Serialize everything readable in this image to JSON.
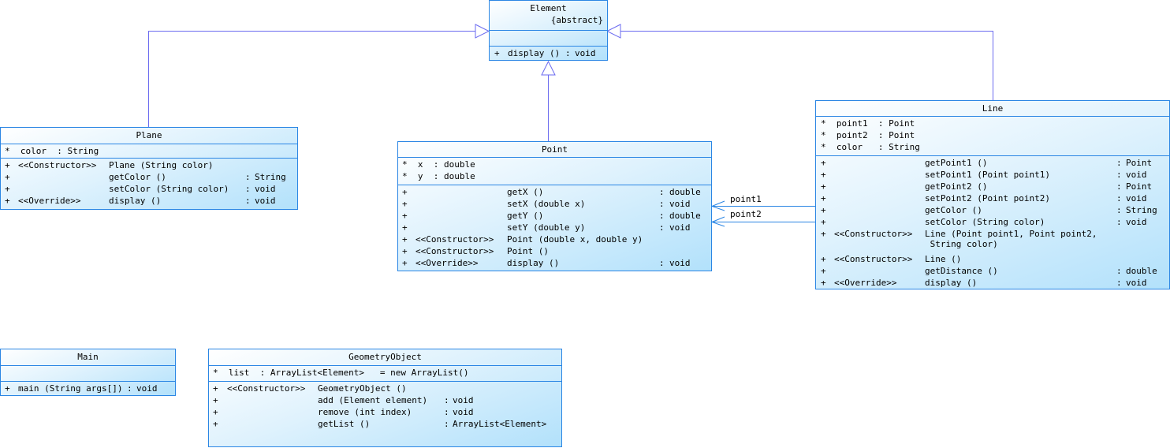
{
  "diagram": {
    "classes": [
      {
        "id": "element",
        "name": "Element",
        "modifier": "{abstract}",
        "attributes": [],
        "operations": [
          {
            "vis": "+",
            "stereo": "",
            "name": "display ()",
            "colon": ":",
            "type": "void"
          }
        ]
      },
      {
        "id": "plane",
        "name": "Plane",
        "attributes": [
          "*  color  : String"
        ],
        "operations": [
          {
            "vis": "+",
            "stereo": "<<Constructor>>",
            "name": "Plane (String color)",
            "colon": "",
            "type": ""
          },
          {
            "vis": "+",
            "stereo": "",
            "name": "getColor ()",
            "colon": ":",
            "type": "String"
          },
          {
            "vis": "+",
            "stereo": "",
            "name": "setColor (String color)",
            "colon": ":",
            "type": "void"
          },
          {
            "vis": "+",
            "stereo": "<<Override>>",
            "name": "display ()",
            "colon": ":",
            "type": "void"
          }
        ]
      },
      {
        "id": "point",
        "name": "Point",
        "attributes": [
          "*  x  : double",
          "*  y  : double"
        ],
        "operations": [
          {
            "vis": "+",
            "stereo": "",
            "name": "getX ()",
            "colon": ":",
            "type": "double"
          },
          {
            "vis": "+",
            "stereo": "",
            "name": "setX (double x)",
            "colon": ":",
            "type": "void"
          },
          {
            "vis": "+",
            "stereo": "",
            "name": "getY ()",
            "colon": ":",
            "type": "double"
          },
          {
            "vis": "+",
            "stereo": "",
            "name": "setY (double y)",
            "colon": ":",
            "type": "void"
          },
          {
            "vis": "+",
            "stereo": "<<Constructor>>",
            "name": "Point (double x, double y)",
            "colon": "",
            "type": ""
          },
          {
            "vis": "+",
            "stereo": "<<Constructor>>",
            "name": "Point ()",
            "colon": "",
            "type": ""
          },
          {
            "vis": "+",
            "stereo": "<<Override>>",
            "name": "display ()",
            "colon": ":",
            "type": "void"
          }
        ]
      },
      {
        "id": "line",
        "name": "Line",
        "attributes": [
          "*  point1  : Point",
          "*  point2  : Point",
          "*  color   : String"
        ],
        "operations": [
          {
            "vis": "+",
            "stereo": "",
            "name": "getPoint1 ()",
            "colon": ":",
            "type": "Point"
          },
          {
            "vis": "+",
            "stereo": "",
            "name": "setPoint1 (Point point1)",
            "colon": ":",
            "type": "void"
          },
          {
            "vis": "+",
            "stereo": "",
            "name": "getPoint2 ()",
            "colon": ":",
            "type": "Point"
          },
          {
            "vis": "+",
            "stereo": "",
            "name": "setPoint2 (Point point2)",
            "colon": ":",
            "type": "void"
          },
          {
            "vis": "+",
            "stereo": "",
            "name": "getColor ()",
            "colon": ":",
            "type": "String"
          },
          {
            "vis": "+",
            "stereo": "",
            "name": "setColor (String color)",
            "colon": ":",
            "type": "void"
          },
          {
            "vis": "+",
            "stereo": "<<Constructor>>",
            "name": "Line (Point point1, Point point2,\n String color)",
            "colon": "",
            "type": ""
          },
          {
            "vis": "+",
            "stereo": "<<Constructor>>",
            "name": "Line ()",
            "colon": "",
            "type": ""
          },
          {
            "vis": "+",
            "stereo": "",
            "name": "getDistance ()",
            "colon": ":",
            "type": "double"
          },
          {
            "vis": "+",
            "stereo": "<<Override>>",
            "name": "display ()",
            "colon": ":",
            "type": "void"
          }
        ]
      },
      {
        "id": "main",
        "name": "Main",
        "attributes": [],
        "operations": [
          {
            "vis": "+",
            "stereo": "",
            "name": "main (String args[])",
            "colon": ":",
            "type": "void"
          }
        ]
      },
      {
        "id": "geometry",
        "name": "GeometryObject",
        "attributes": [
          "*  list  : ArrayList<Element>   = new ArrayList()"
        ],
        "operations": [
          {
            "vis": "+",
            "stereo": "<<Constructor>>",
            "name": "GeometryObject ()",
            "colon": "",
            "type": ""
          },
          {
            "vis": "+",
            "stereo": "",
            "name": "add (Element element)",
            "colon": ":",
            "type": "void"
          },
          {
            "vis": "+",
            "stereo": "",
            "name": "remove (int index)",
            "colon": ":",
            "type": "void"
          },
          {
            "vis": "+",
            "stereo": "",
            "name": "getList ()",
            "colon": ":",
            "type": "ArrayList<Element>"
          }
        ]
      }
    ],
    "associations": [
      {
        "from": "line",
        "to": "point",
        "role": "point1"
      },
      {
        "from": "line",
        "to": "point",
        "role": "point2"
      }
    ],
    "generalizations": [
      {
        "child": "plane",
        "parent": "element"
      },
      {
        "child": "point",
        "parent": "element"
      },
      {
        "child": "line",
        "parent": "element"
      }
    ],
    "colors": {
      "border": "#2b86e4",
      "generalization": "#6b6bf0",
      "association": "#2b86e4",
      "fill_light": "#ffffff",
      "fill_dark": "#b2e1fb"
    }
  }
}
